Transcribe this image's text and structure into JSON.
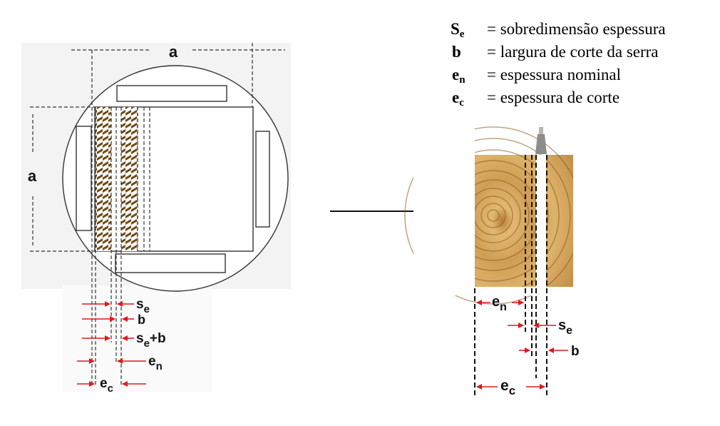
{
  "left_diagram": {
    "dim_a_top": "a",
    "dim_a_left": "a",
    "labels": [
      {
        "main": "s",
        "sub": "e",
        "suffix": ""
      },
      {
        "main": "b",
        "sub": "",
        "suffix": ""
      },
      {
        "main": "s",
        "sub": "e",
        "suffix": "+b"
      },
      {
        "main": "e",
        "sub": "n",
        "suffix": ""
      },
      {
        "main": "e",
        "sub": "c",
        "suffix": ""
      }
    ]
  },
  "right_diagram": {
    "labels": [
      {
        "main": "e",
        "sub": "n",
        "suffix": ""
      },
      {
        "main": "s",
        "sub": "e",
        "suffix": ""
      },
      {
        "main": "b",
        "sub": "",
        "suffix": ""
      },
      {
        "main": "e",
        "sub": "c",
        "suffix": ""
      }
    ]
  },
  "legend": [
    {
      "symbol": "S",
      "sub": "e",
      "text": "= sobredimensão espessura"
    },
    {
      "symbol": "b",
      "sub": "",
      "text": "= largura de corte da serra"
    },
    {
      "symbol": "e",
      "sub": "n",
      "text": "= espessura nominal"
    },
    {
      "symbol": "e",
      "sub": "c",
      "text": "= espessura de corte"
    }
  ],
  "colors": {
    "line": "#222222",
    "arrow_red": "#e0191e",
    "wood": "#c89a4e",
    "hatch": "#6e4a17",
    "blade": "#8c8c8c"
  }
}
